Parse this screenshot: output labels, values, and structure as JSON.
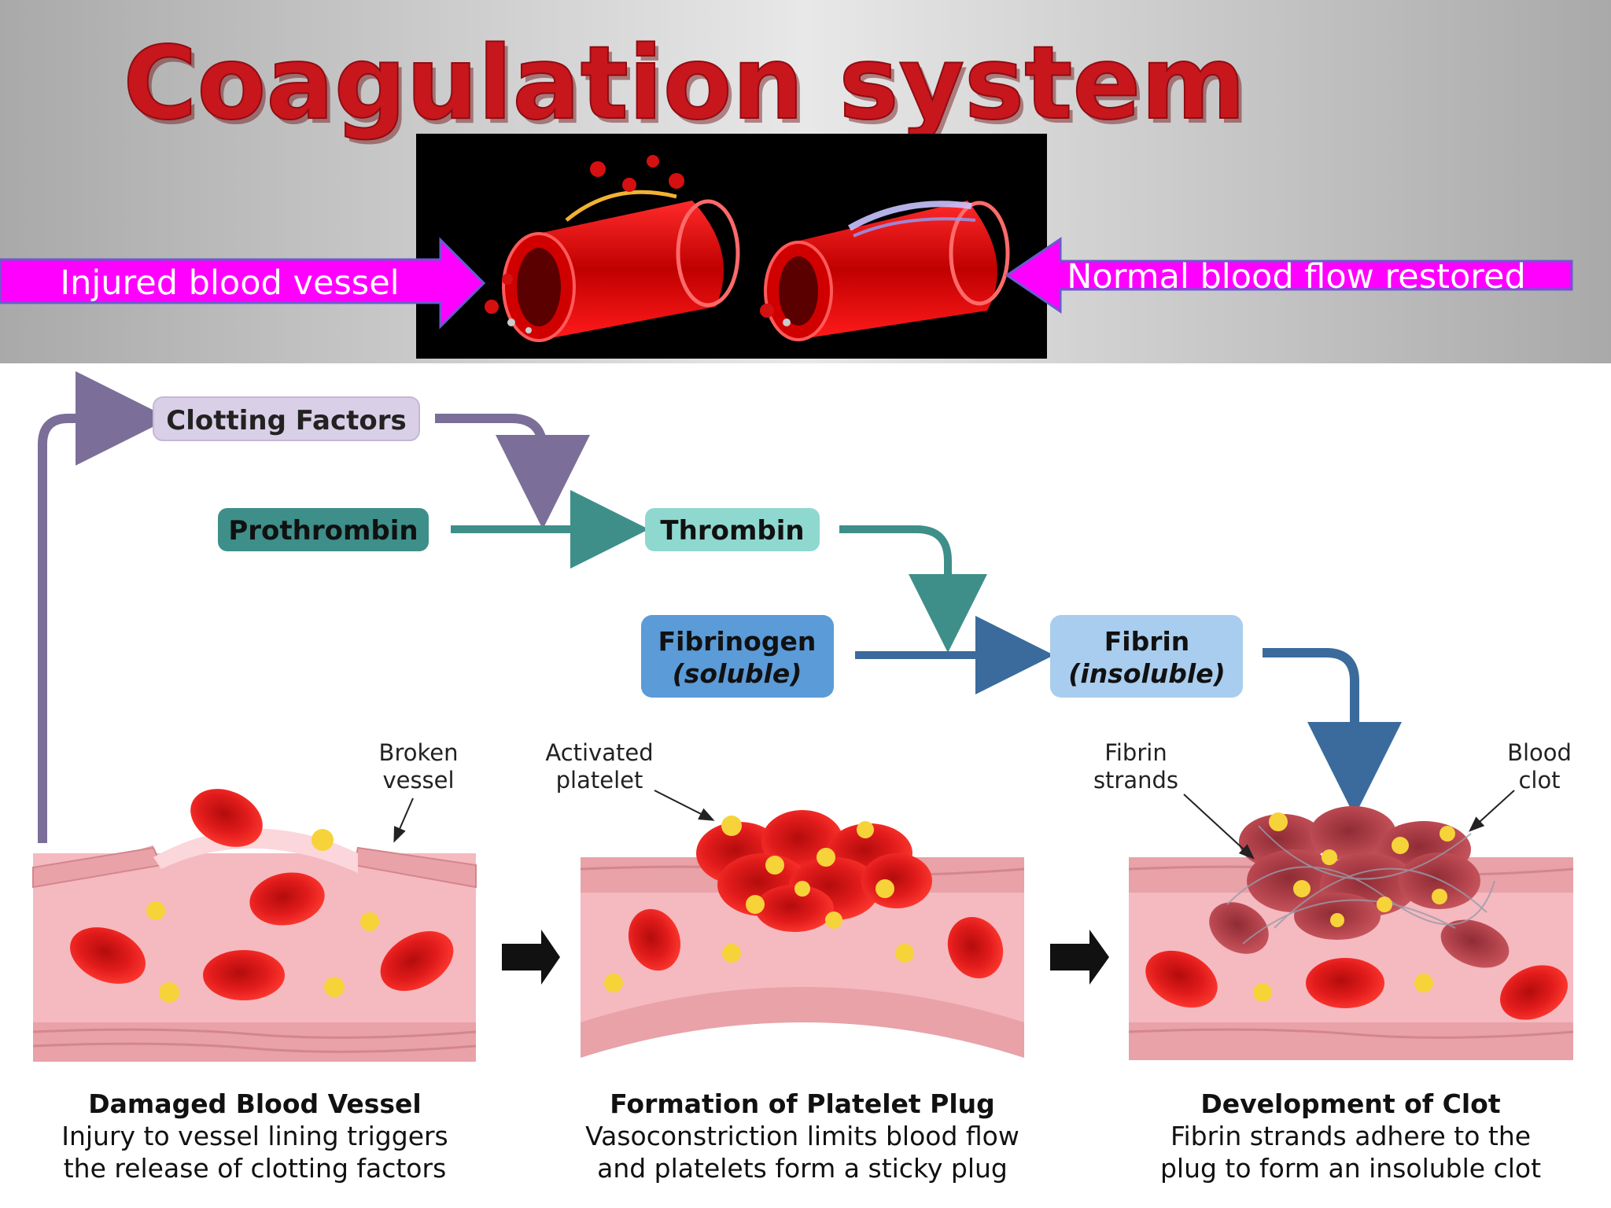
{
  "slide": {
    "title": "Coagulation system",
    "left_callout": "Injured blood vessel",
    "right_callout": "Normal blood flow restored"
  },
  "diagram": {
    "nodes": {
      "clotting_factors": "Clotting Factors",
      "prothrombin": "Prothrombin",
      "thrombin": "Thrombin",
      "fibrinogen": "Fibrinogen",
      "fibrinogen_note": "(soluble)",
      "fibrin": "Fibrin",
      "fibrin_note": "(insoluble)"
    },
    "annotations": {
      "broken_vessel": [
        "Broken",
        "vessel"
      ],
      "activated_platelet": [
        "Activated",
        "platelet"
      ],
      "fibrin_strands": [
        "Fibrin",
        "strands"
      ],
      "blood_clot": [
        "Blood",
        "clot"
      ]
    },
    "stages": [
      {
        "title": "Damaged Blood Vessel",
        "line1": "Injury to vessel lining triggers",
        "line2": "the release of clotting factors"
      },
      {
        "title": "Formation of Platelet Plug",
        "line1": "Vasoconstriction limits blood flow",
        "line2": "and platelets form a sticky plug"
      },
      {
        "title": "Development of Clot",
        "line1": "Fibrin strands adhere to the",
        "line2": "plug to form an insoluble clot"
      }
    ]
  },
  "colors": {
    "title_red": "#c8161d",
    "callout_magenta": "#ff00ff",
    "callout_border": "#6a5acd",
    "purple_flow": "#7b6f99",
    "purple_box": "#d9cfe6",
    "teal_dark": "#3e8f8a",
    "teal_box": "#8fd8d0",
    "blue_flow": "#3a6b9c",
    "blue_box": "#5a9bd8",
    "light_blue_box": "#a9cdef",
    "vessel_pink": "#f5b9c0",
    "vessel_wall": "#e8a2a8",
    "rbc_red": "#e11b1b",
    "platelet_yellow": "#f7d33a"
  }
}
